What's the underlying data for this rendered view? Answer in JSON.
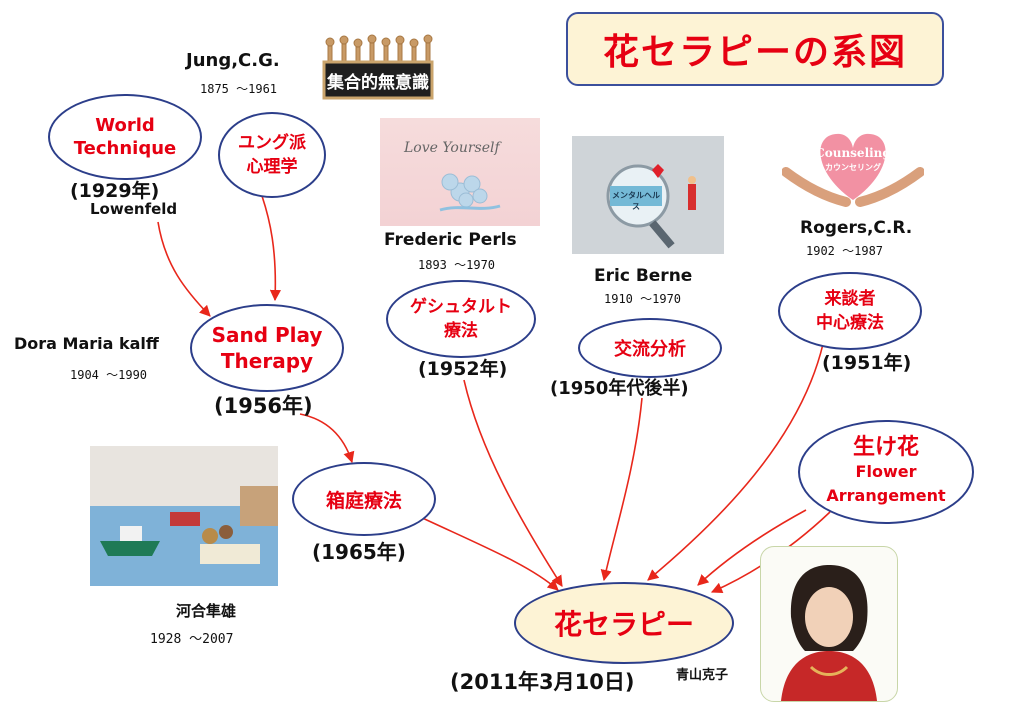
{
  "title": "花セラピーの系図",
  "colors": {
    "node_border": "#2c3e8a",
    "node_text": "#e60012",
    "arrow": "#e8271b",
    "title_bg": "#fdf3d5"
  },
  "jung": {
    "name": "Jung,C.G.",
    "years": "1875 ～1961",
    "sign": "集合的無意識"
  },
  "world_technique": {
    "line1": "World",
    "line2": "Technique",
    "year": "(1929年)",
    "author": "Lowenfeld"
  },
  "jung_school": {
    "line1": "ユング派",
    "line2": "心理学"
  },
  "kalff": {
    "name": "Dora Maria kalff",
    "years": "1904 ～1990"
  },
  "sand_play": {
    "line1": "Sand Play",
    "line2": "Therapy",
    "year": "(1956年)"
  },
  "perls": {
    "name": "Frederic Perls",
    "years": "1893 ～1970",
    "card_text": "Love Yourself"
  },
  "gestalt": {
    "line1": "ゲシュタルト",
    "line2": "療法",
    "year": "(1952年)"
  },
  "berne": {
    "name": "Eric Berne",
    "years": "1910 ～1970",
    "card_text": "メンタルヘルス"
  },
  "ta": {
    "label": "交流分析",
    "year": "(1950年代後半)"
  },
  "rogers": {
    "name": "Rogers,C.R.",
    "years": "1902 ～1987",
    "heart_en": "Counseling",
    "heart_jp": "カウンセリング"
  },
  "client_centered": {
    "line1": "来談者",
    "line2": "中心療法",
    "year": "(1951年)"
  },
  "hakoniwa": {
    "label": "箱庭療法",
    "year": "(1965年)"
  },
  "kawai": {
    "name": "河合隼雄",
    "years": "1928 ～2007"
  },
  "ikebana": {
    "line1": "生け花",
    "line2": "Flower",
    "line3": "Arrangement"
  },
  "flower_therapy": {
    "label": "花セラピー",
    "date": "(2011年3月10日)",
    "founder": "青山克子"
  }
}
